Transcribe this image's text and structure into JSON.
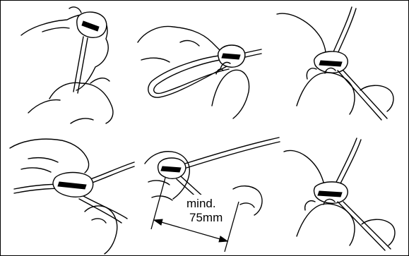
{
  "figure": {
    "panels": [
      {
        "id": "step-1"
      },
      {
        "id": "step-2"
      },
      {
        "id": "step-3"
      },
      {
        "id": "step-4"
      },
      {
        "id": "step-5"
      },
      {
        "id": "step-6"
      }
    ],
    "dimension": {
      "line1": "mind.",
      "line2": "75mm"
    }
  }
}
